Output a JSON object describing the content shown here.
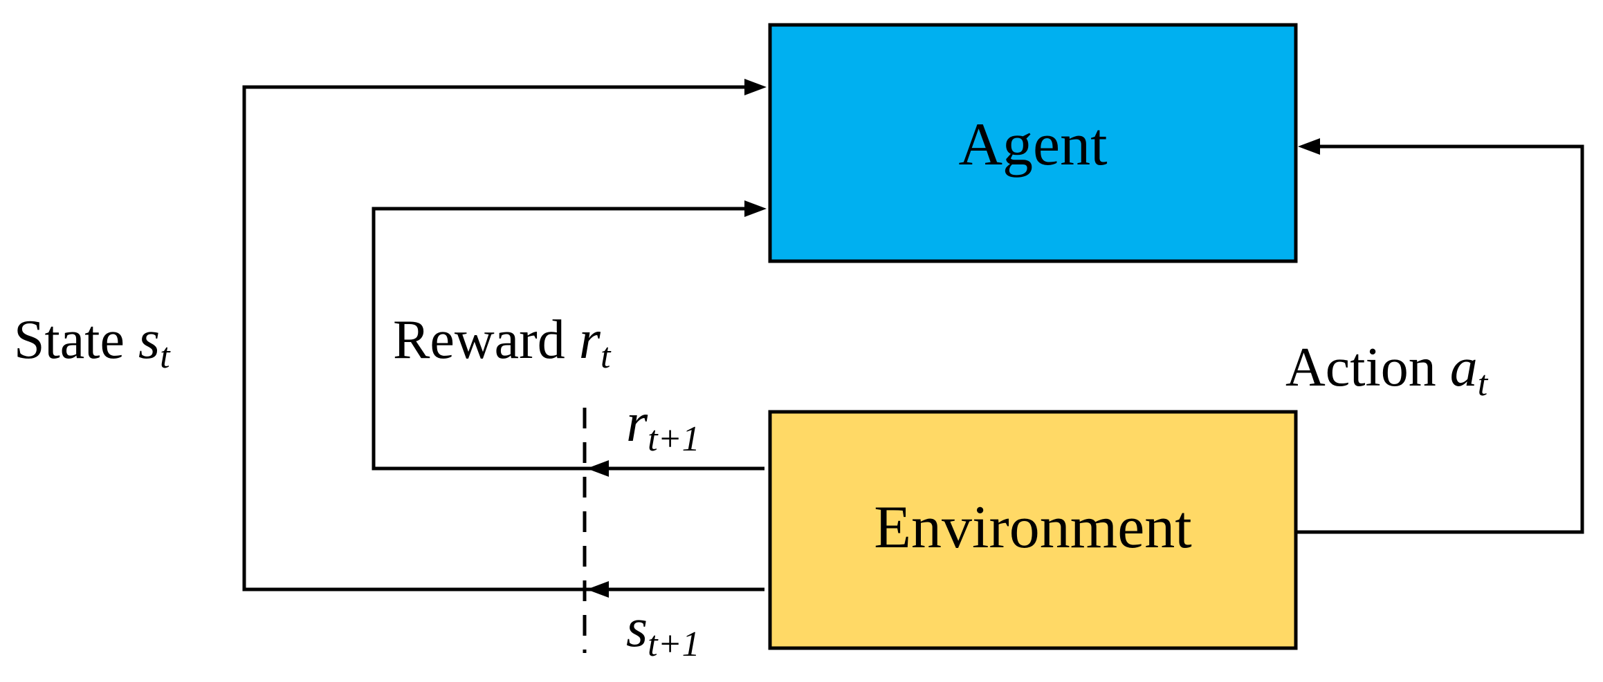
{
  "nodes": {
    "agent": {
      "label": "Agent",
      "fill": "#00B0F0"
    },
    "environment": {
      "label": "Environment",
      "fill": "#FFD966"
    }
  },
  "edges": {
    "state": {
      "label": "State ",
      "var": "s",
      "sub": "t"
    },
    "reward": {
      "label": "Reward ",
      "var": "r",
      "sub": "t"
    },
    "action": {
      "label": "Action ",
      "var": "a",
      "sub": "t"
    },
    "next_reward": {
      "var": "r",
      "sub": "t+1"
    },
    "next_state": {
      "var": "s",
      "sub": "t+1"
    }
  },
  "colors": {
    "line": "#000000"
  }
}
